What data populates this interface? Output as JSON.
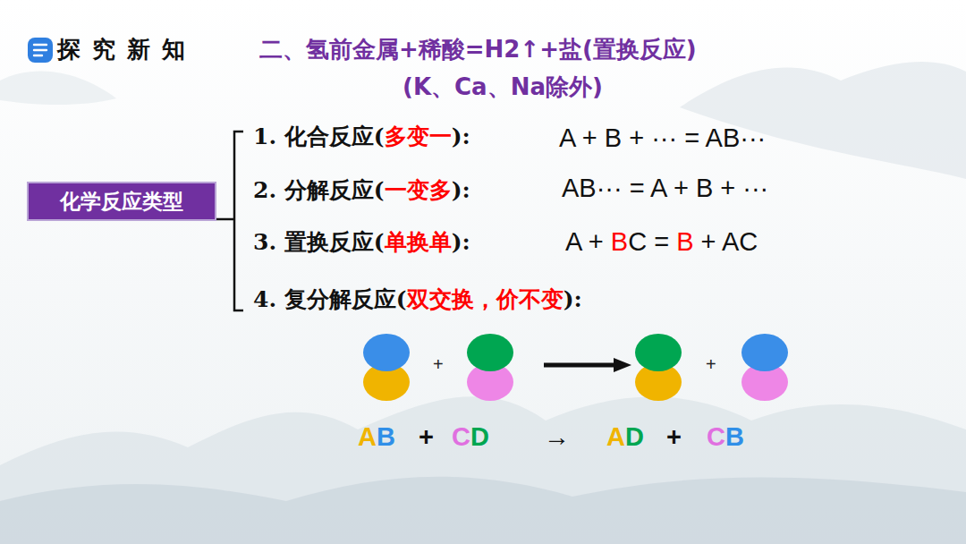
{
  "diagram": {
    "title": "二、氢前金属+稀酸=H2↑+盐(置换反应)",
    "nodes": [
      {
        "text": [
          "化学反应类型"
        ]
      }
    ],
    "labels": [
      "探 究 新 知",
      "(K、Ca、Na除外)",
      "1. 化合反应(",
      "多变一",
      "):",
      "A + B + ··· = AB···",
      "2. 分解反应(",
      "一变多",
      "):",
      "AB··· = A + B + ···",
      "3. 置换反应(",
      "单换单",
      "):",
      "A + ",
      "B",
      "C = ",
      "B",
      " + AC",
      "4. 复分解反应(",
      "双交换，价不变",
      "):",
      "+",
      "+",
      "A",
      "B",
      "+",
      "C",
      "D",
      "→",
      "A",
      "D",
      "+",
      "C",
      "B"
    ]
  }
}
